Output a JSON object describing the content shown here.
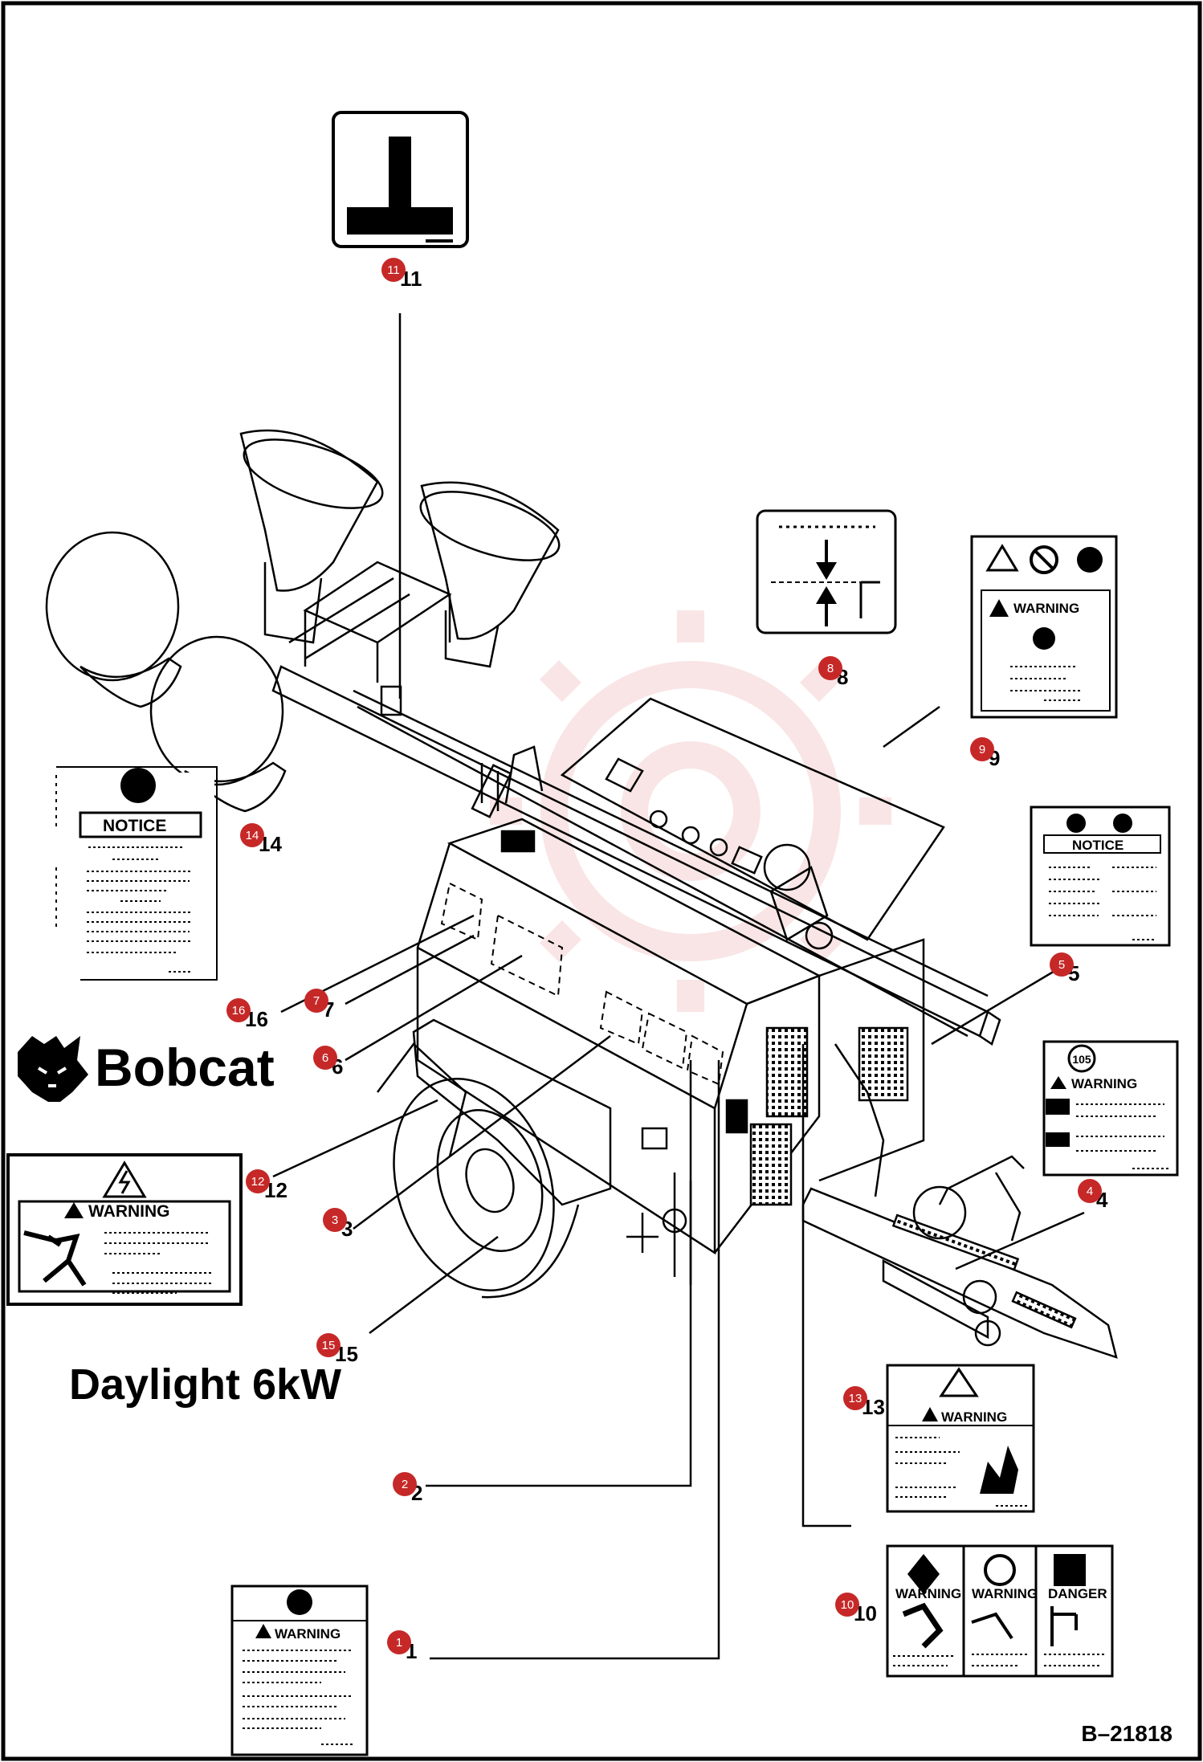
{
  "brand": {
    "name": "Bobcat"
  },
  "model": "Daylight 6kW",
  "document_number": "B–21818",
  "decals": {
    "d1": {
      "heading": "WARNING"
    },
    "d3": {
      "heading": "WARNING"
    },
    "d4": {
      "heading": "WARNING",
      "badge": "105"
    },
    "d5": {
      "heading": "NOTICE"
    },
    "d9": {
      "heading": "WARNING"
    },
    "d10": {
      "panels": [
        "WARNING",
        "WARNING",
        "DANGER"
      ]
    },
    "d13": {
      "heading": "WARNING"
    },
    "d14": {
      "heading": "NOTICE"
    }
  },
  "callouts": [
    {
      "label": "1"
    },
    {
      "label": "2"
    },
    {
      "label": "3"
    },
    {
      "label": "4"
    },
    {
      "label": "5"
    },
    {
      "label": "6"
    },
    {
      "label": "7"
    },
    {
      "label": "8"
    },
    {
      "label": "9"
    },
    {
      "label": "10"
    },
    {
      "label": "11"
    },
    {
      "label": "12"
    },
    {
      "label": "13"
    },
    {
      "label": "14"
    },
    {
      "label": "15"
    },
    {
      "label": "16"
    }
  ],
  "colors": {
    "marker": "#c62828",
    "ink": "#000000"
  }
}
